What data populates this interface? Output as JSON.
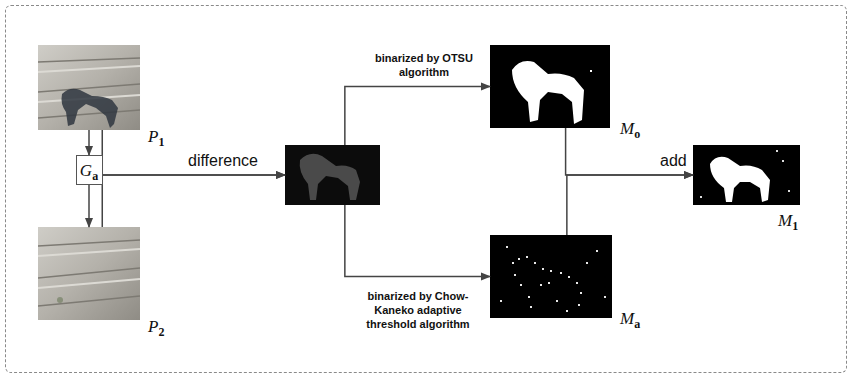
{
  "diagram": {
    "nodes": [
      {
        "text": [
          "P1"
        ]
      },
      {
        "text": [
          "Ga"
        ]
      },
      {
        "text": [
          "P2"
        ]
      },
      {
        "text": []
      },
      {
        "text": [
          "Mo"
        ]
      },
      {
        "text": [
          "Ma"
        ]
      },
      {
        "text": [
          "M1"
        ]
      }
    ],
    "edges": [
      {
        "from": 0,
        "to": 1,
        "arrow": "to"
      },
      {
        "from": 1,
        "to": 2,
        "arrow": "to"
      },
      {
        "from": 0,
        "to": 3,
        "arrow": "to",
        "label": "difference"
      },
      {
        "from": 2,
        "to": 3,
        "arrow": "to"
      },
      {
        "from": 3,
        "to": 4,
        "arrow": "to",
        "label": "binarized by OTSU algorithm"
      },
      {
        "from": 3,
        "to": 5,
        "arrow": "to",
        "label": "binarized by Chow-Kaneko adaptive threshold algorithm"
      },
      {
        "from": 4,
        "to": 6,
        "arrow": "to",
        "label": "add"
      },
      {
        "from": 5,
        "to": 6,
        "arrow": "to"
      }
    ]
  }
}
